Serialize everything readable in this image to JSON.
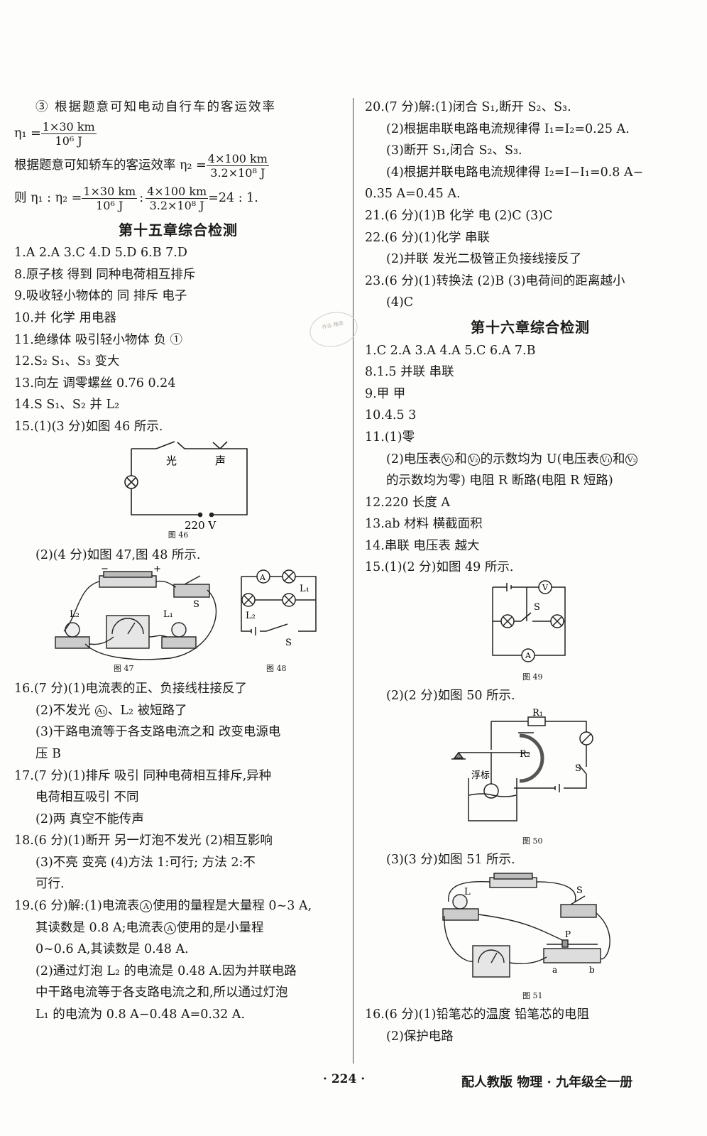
{
  "left": {
    "l1": "③ 根据题意可知电动自行车的客运效率",
    "eta1_lhs": "η₁ =",
    "eta1_num": "1×30 km",
    "eta1_den": "10⁶ J",
    "l3": "根据题意可知轿车的客运效率 η₂ =",
    "eta2_num": "4×100 km",
    "eta2_den": "3.2×10⁸ J",
    "l4_pre": "则 η₁ : η₂ =",
    "l4_mid": ":",
    "l4_end": "=24 : 1.",
    "ch15_title": "第十五章综合检测",
    "lines": [
      "1.A  2.A  3.C  4.D  5.D  6.B  7.D",
      "8.原子核   得到   同种电荷相互排斥",
      "9.吸收轻小物体的   同   排斥   电子",
      "10.并   化学   用电器",
      "11.绝缘体   吸引轻小物体   负   ①",
      "12.S₂   S₁、S₃   变大",
      "13.向左   调零螺丝   0.76   0.24",
      "14.S   S₁、S₂   并   L₂",
      "15.(1)(3 分)如图 46 所示."
    ],
    "fig46": {
      "light": "光",
      "sound": "声",
      "voltage": "220 V",
      "caption": "图 46"
    },
    "l_15_2": "(2)(4 分)如图 47,图 48 所示.",
    "fig47": {
      "caption": "图 47",
      "l1": "L₁",
      "l2": "L₂",
      "s": "S"
    },
    "fig48": {
      "caption": "图 48",
      "a": "A",
      "l1": "L₁",
      "l2": "L₂",
      "s": "S"
    },
    "q16": [
      "16.(7 分)(1)电流表的正、负接线柱接反了",
      "(2)不发光",
      "、L₂ 被短路了",
      "(3)干路电流等于各支路电流之和   改变电源电",
      "压   B"
    ],
    "q16_meter": "A₁",
    "q17": [
      "17.(7 分)(1)排斥   吸引   同种电荷相互排斥,异种",
      "电荷相互吸引   不同",
      "(2)两   真空不能传声"
    ],
    "q18": [
      "18.(6 分)(1)断开   另一灯泡不发光   (2)相互影响",
      "(3)不亮   变亮   (4)方法 1:可行;   方法 2:不",
      "可行."
    ],
    "q19": [
      "19.(6 分)解:(1)电流表",
      "使用的量程是大量程 0~3 A,",
      "其读数是 0.8 A;电流表",
      "使用的是小量程",
      "0~0.6 A,其读数是 0.48 A.",
      "(2)通过灯泡 L₂ 的电流是 0.48 A.因为并联电路",
      "中干路电流等于各支路电流之和,所以通过灯泡",
      "L₁ 的电流为 0.8 A−0.48 A=0.32 A."
    ],
    "q19_m1": "A",
    "q19_m2": "A"
  },
  "right": {
    "q20": [
      "20.(7 分)解:(1)闭合 S₁,断开 S₂、S₃.",
      "(2)根据串联电路电流规律得 I₁=I₂=0.25 A.",
      "(3)断开 S₁,闭合 S₂、S₃.",
      "(4)根据并联电路电流规律得 I₂=I−I₁=0.8 A−",
      "0.35 A=0.45 A."
    ],
    "q21": "21.(6 分)(1)B   化学   电   (2)C   (3)C",
    "q22": [
      "22.(6 分)(1)化学   串联",
      "(2)并联   发光二极管正负接线接反了"
    ],
    "q23": [
      "23.(6 分)(1)转换法   (2)B   (3)电荷间的距离越小",
      "(4)C"
    ],
    "ch16_title": "第十六章综合检测",
    "lines": [
      "1.C  2.A  3.A  4.A  5.C  6.A  7.B",
      "8.1.5   并联   串联",
      "9.甲   甲",
      "10.4.5   3",
      "11.(1)零"
    ],
    "q11_2a": "(2)电压表",
    "q11_2b": "和",
    "q11_2c": "的示数均为 U(电压表",
    "q11_2d": "和",
    "q11_3": "的示数均为零)   电阻 R 断路(电阻 R 短路)",
    "v1": "V₁",
    "v2": "V₂",
    "lines2": [
      "12.220   长度   A",
      "13.ab   材料   横截面积",
      "14.串联   电压表   越大",
      "15.(1)(2 分)如图 49 所示."
    ],
    "fig49": {
      "caption": "图 49",
      "v": "V",
      "a": "A",
      "s": "S"
    },
    "l_15_2": "(2)(2 分)如图 50 所示.",
    "fig50": {
      "caption": "图 50",
      "r1": "R₁",
      "r2": "R₂",
      "s": "S",
      "float": "浮标"
    },
    "l_15_3": "(3)(3 分)如图 51 所示.",
    "fig51": {
      "caption": "图 51",
      "l": "L",
      "s": "S",
      "p": "P",
      "a": "a",
      "b": "b"
    },
    "q16": [
      "16.(6 分)(1)铅笔芯的温度   铅笔芯的电阻",
      "(2)保护电路"
    ]
  },
  "footer": {
    "page": "· 224 ·",
    "edition": "配人教版   物理 · 九年级全一册"
  },
  "stamp": "作业 精选"
}
